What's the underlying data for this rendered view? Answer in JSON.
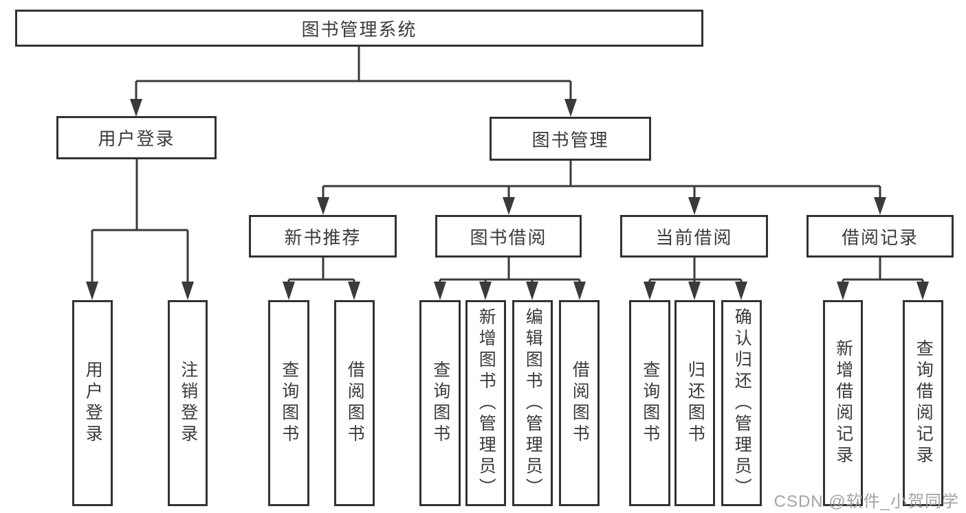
{
  "tree": {
    "root": {
      "label": "图书管理系统"
    },
    "branches": [
      {
        "label": "用户登录",
        "children": [
          {
            "label": "用户登录"
          },
          {
            "label": "注销登录"
          }
        ]
      },
      {
        "label": "图书管理",
        "children": [
          {
            "label": "新书推荐",
            "children": [
              {
                "label": "查询图书"
              },
              {
                "label": "借阅图书"
              }
            ]
          },
          {
            "label": "图书借阅",
            "children": [
              {
                "label": "查询图书"
              },
              {
                "label": "新增图书（管理员）"
              },
              {
                "label": "编辑图书（管理员）"
              },
              {
                "label": "借阅图书"
              }
            ]
          },
          {
            "label": "当前借阅",
            "children": [
              {
                "label": "查询图书"
              },
              {
                "label": "归还图书"
              },
              {
                "label": "确认归还（管理员）"
              }
            ]
          },
          {
            "label": "借阅记录",
            "children": [
              {
                "label": "新增借阅记录"
              },
              {
                "label": "查询借阅记录"
              }
            ]
          }
        ]
      }
    ]
  },
  "watermark": {
    "text": "CSDN @软件_小贺同学"
  },
  "colors": {
    "line": "#3a3a3a",
    "box_border": "#323232",
    "text": "#3a3a3a",
    "watermark": "#9e9e9e",
    "background": "#ffffff"
  }
}
